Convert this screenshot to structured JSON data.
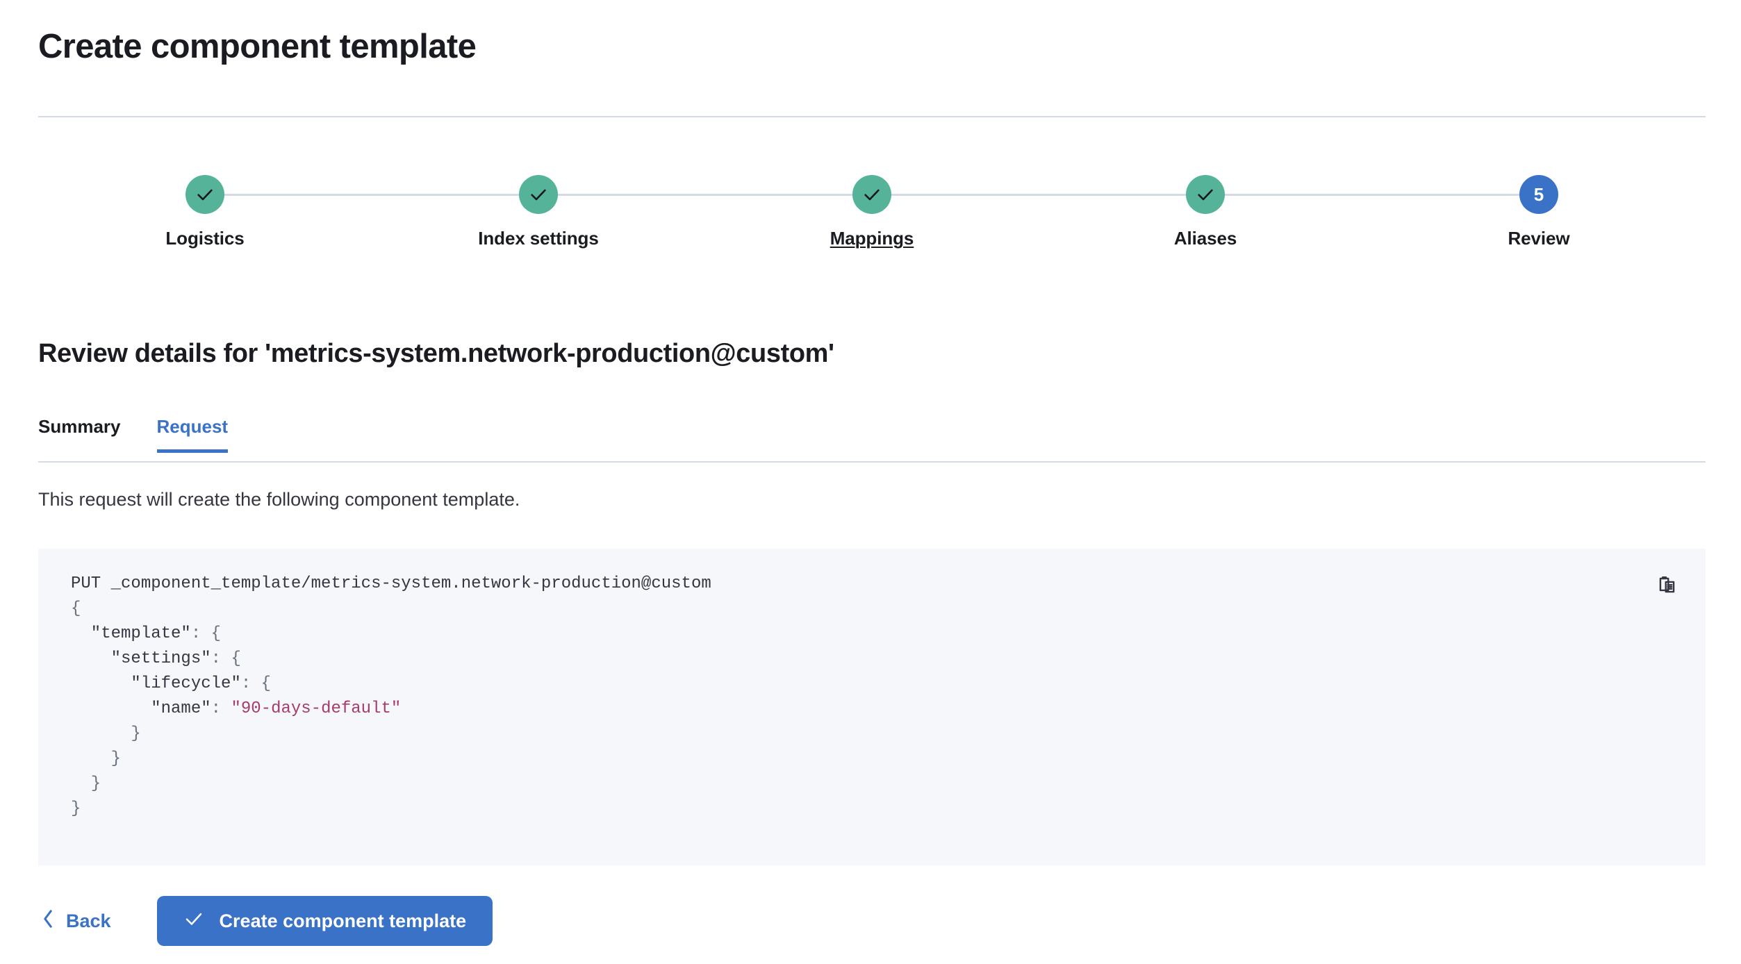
{
  "header": {
    "title": "Create component template"
  },
  "stepper": {
    "steps": [
      {
        "label": "Logistics",
        "state": "complete",
        "icon": "check-icon"
      },
      {
        "label": "Index settings",
        "state": "complete",
        "icon": "check-icon"
      },
      {
        "label": "Mappings",
        "state": "complete",
        "icon": "check-icon",
        "hovered": true
      },
      {
        "label": "Aliases",
        "state": "complete",
        "icon": "check-icon"
      },
      {
        "label": "Review",
        "state": "current",
        "number": "5"
      }
    ],
    "complete_color": "#54b399",
    "current_color": "#3a72c8",
    "connector_color": "#d3dae6"
  },
  "review": {
    "heading": "Review details for 'metrics-system.network-production@custom'",
    "tabs": [
      {
        "label": "Summary",
        "active": false
      },
      {
        "label": "Request",
        "active": true
      }
    ],
    "description": "This request will create the following component template."
  },
  "request": {
    "copy_icon": "copy-clipboard-icon",
    "lines": [
      [
        {
          "t": "plain",
          "v": "PUT _component_template/metrics-system.network-production@custom"
        }
      ],
      [
        {
          "t": "punct",
          "v": "{"
        }
      ],
      [
        {
          "t": "key",
          "v": "  \"template\""
        },
        {
          "t": "punct",
          "v": ": {"
        }
      ],
      [
        {
          "t": "key",
          "v": "    \"settings\""
        },
        {
          "t": "punct",
          "v": ": {"
        }
      ],
      [
        {
          "t": "key",
          "v": "      \"lifecycle\""
        },
        {
          "t": "punct",
          "v": ": {"
        }
      ],
      [
        {
          "t": "key",
          "v": "        \"name\""
        },
        {
          "t": "punct",
          "v": ": "
        },
        {
          "t": "str",
          "v": "\"90-days-default\""
        }
      ],
      [
        {
          "t": "punct",
          "v": "      }"
        }
      ],
      [
        {
          "t": "punct",
          "v": "    }"
        }
      ],
      [
        {
          "t": "punct",
          "v": "  }"
        }
      ],
      [
        {
          "t": "punct",
          "v": "}"
        }
      ]
    ]
  },
  "footer": {
    "back_label": "Back",
    "back_icon": "chevron-left-icon",
    "submit_label": "Create component template",
    "submit_icon": "check-icon",
    "submit_color": "#3a72c8"
  }
}
